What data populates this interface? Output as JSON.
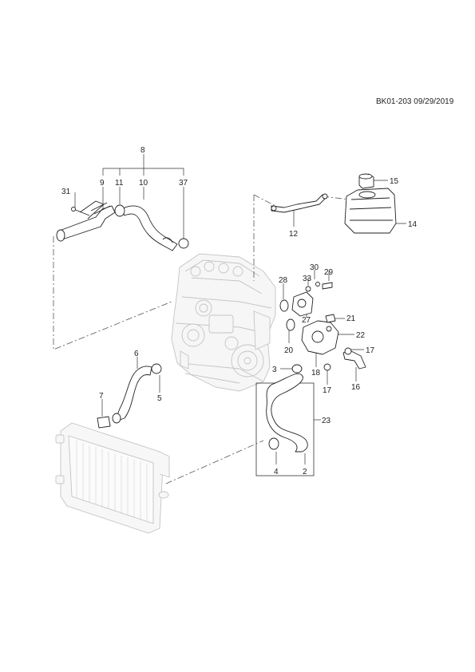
{
  "reference": "BK01-203 09/29/2019",
  "callouts": {
    "c2": "2",
    "c3": "3",
    "c4": "4",
    "c5": "5",
    "c6": "6",
    "c7": "7",
    "c8": "8",
    "c9": "9",
    "c10": "10",
    "c11": "11",
    "c12": "12",
    "c14": "14",
    "c15": "15",
    "c16": "16",
    "c17a": "17",
    "c17b": "17",
    "c18": "18",
    "c20": "20",
    "c21": "21",
    "c22": "22",
    "c23": "23",
    "c27": "27",
    "c28": "28",
    "c29": "29",
    "c30": "30",
    "c31": "31",
    "c33": "33",
    "c37": "37"
  }
}
